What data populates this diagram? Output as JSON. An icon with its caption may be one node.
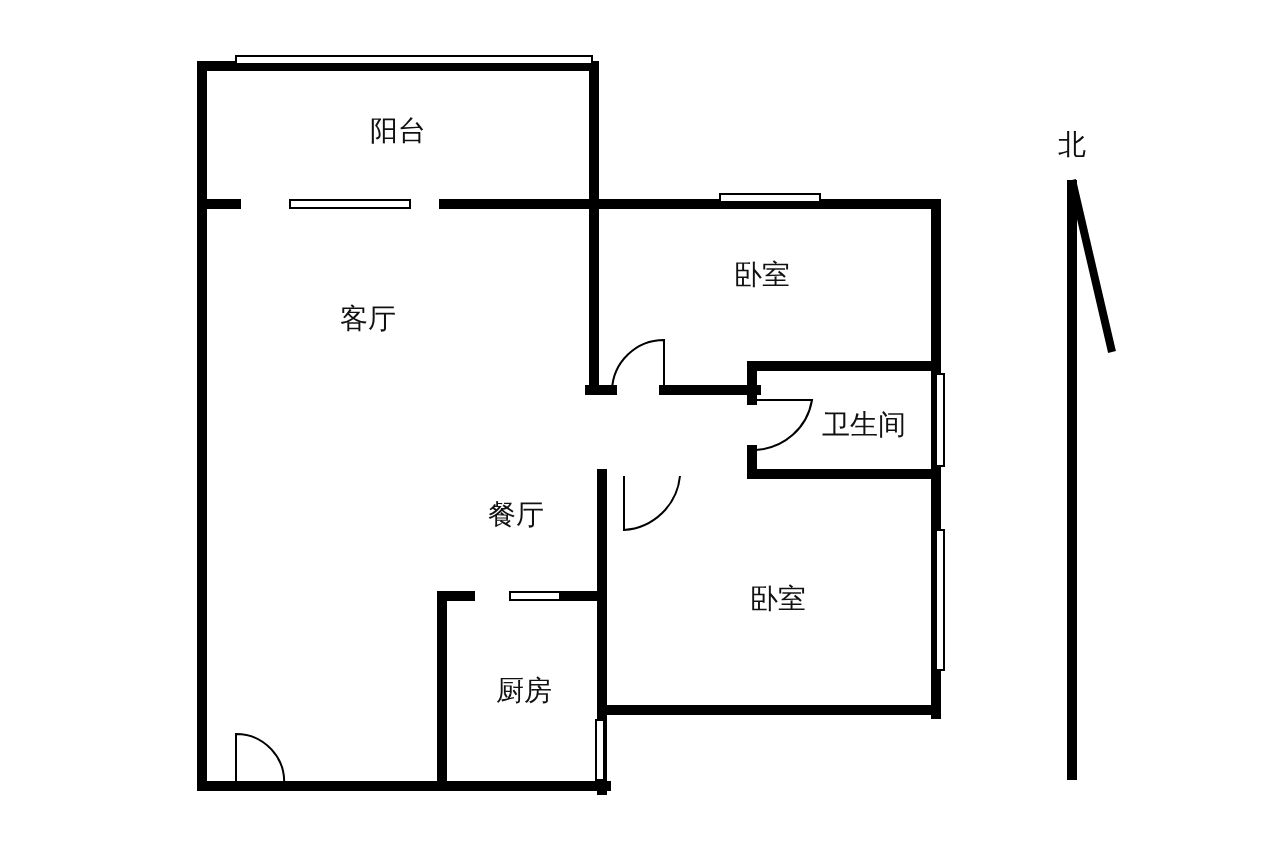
{
  "diagram": {
    "labels": [
      "阳台",
      "北",
      "卧室",
      "客厅",
      "卫生间",
      "餐厅",
      "卧室",
      "厨房"
    ]
  }
}
